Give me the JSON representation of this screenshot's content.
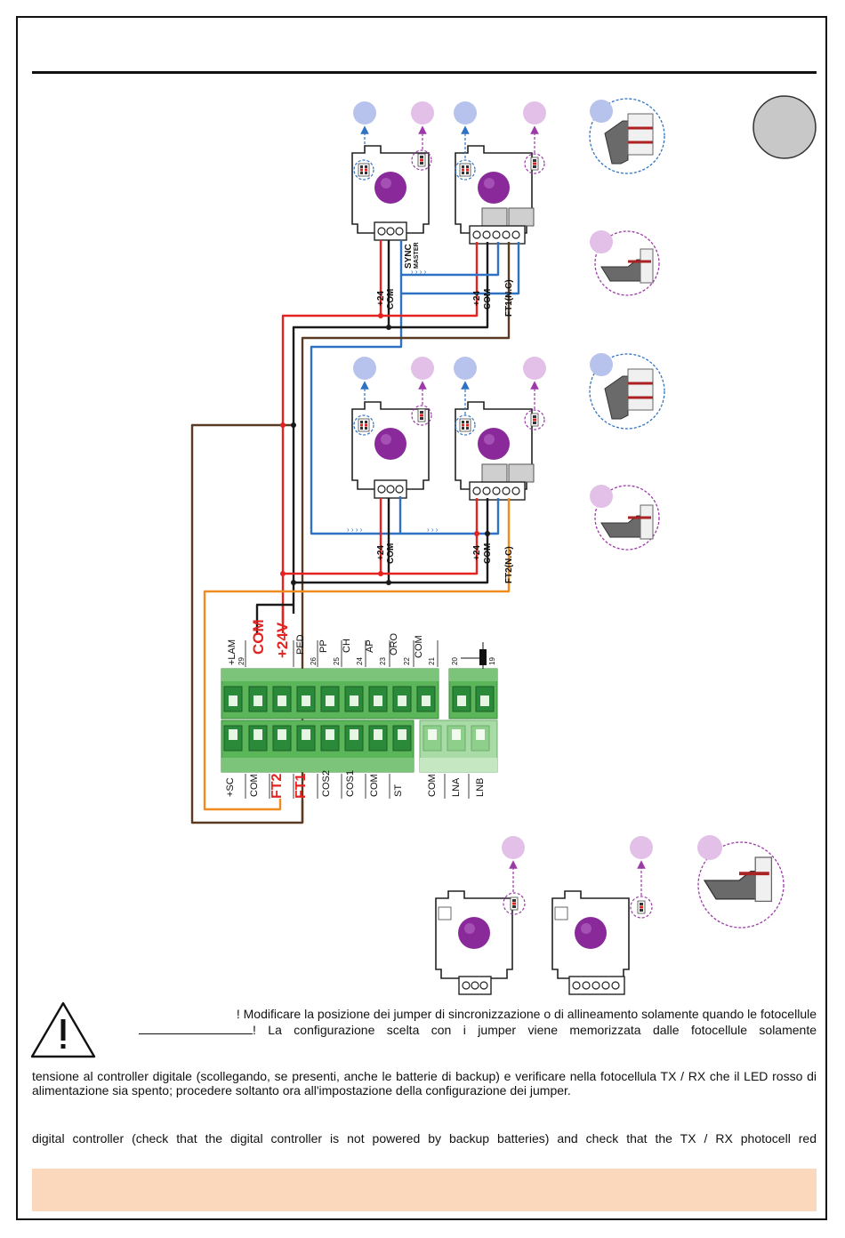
{
  "colors": {
    "wire_24v": "#e42320",
    "wire_com": "#1a1a1a",
    "wire_sync": "#2f72c4",
    "wire_ft1": "#5a3a22",
    "wire_ft2": "#ef8c1d",
    "lens": "#8a2a9a",
    "sync_dot": "#b7c3ec",
    "align_dot": "#e3c0e8",
    "terminal_green": "#5bb65a",
    "note_bar": "#fbd8bb"
  },
  "wire_labels": {
    "p24": "+24",
    "com": "COM",
    "sync": "SYNC",
    "master": "MASTER",
    "ft1nc": "FT1(N.C)",
    "ft2nc": "FT2(N.C)"
  },
  "terminal_top": [
    {
      "name": "+LAM",
      "num": "29"
    },
    {
      "name": "COM",
      "num": ""
    },
    {
      "name": "+24V",
      "num": ""
    },
    {
      "name": "PED",
      "num": "26"
    },
    {
      "name": "PP",
      "num": "25"
    },
    {
      "name": "CH",
      "num": "24"
    },
    {
      "name": "AP",
      "num": "23"
    },
    {
      "name": "ORO",
      "num": "22"
    },
    {
      "name": "COM",
      "num": "21"
    }
  ],
  "terminal_top_right": [
    {
      "name": "",
      "num": "20"
    },
    {
      "name": "",
      "num": "19"
    }
  ],
  "terminal_bottom": [
    "+SC",
    "COM",
    "FT2",
    "FT1",
    "COS2",
    "COS1",
    "COM",
    "ST"
  ],
  "terminal_bottom_right": [
    "COM",
    "LNA",
    "LNB"
  ],
  "icons": [
    "warning-triangle-icon",
    "jumper-sync-icon",
    "jumper-align-icon"
  ],
  "warning": {
    "line1": "! Modificare la posizione dei jumper di sincronizzazione o di allineamento solamente quando le fotocellule",
    "line2": "! La configurazione scelta con i jumper viene memorizzata dalle fotocellule solamente"
  },
  "italian_text": "tensione al controller digitale (scollegando, se presenti, anche le batterie di backup) e verificare nella fotocellula TX / RX che il LED rosso di alimentazione sia spento; procedere soltanto ora all'impostazione della configurazione dei jumper.",
  "english_text": "digital controller (check that the digital controller is not powered by backup batteries) and check that the TX / RX photocell red"
}
